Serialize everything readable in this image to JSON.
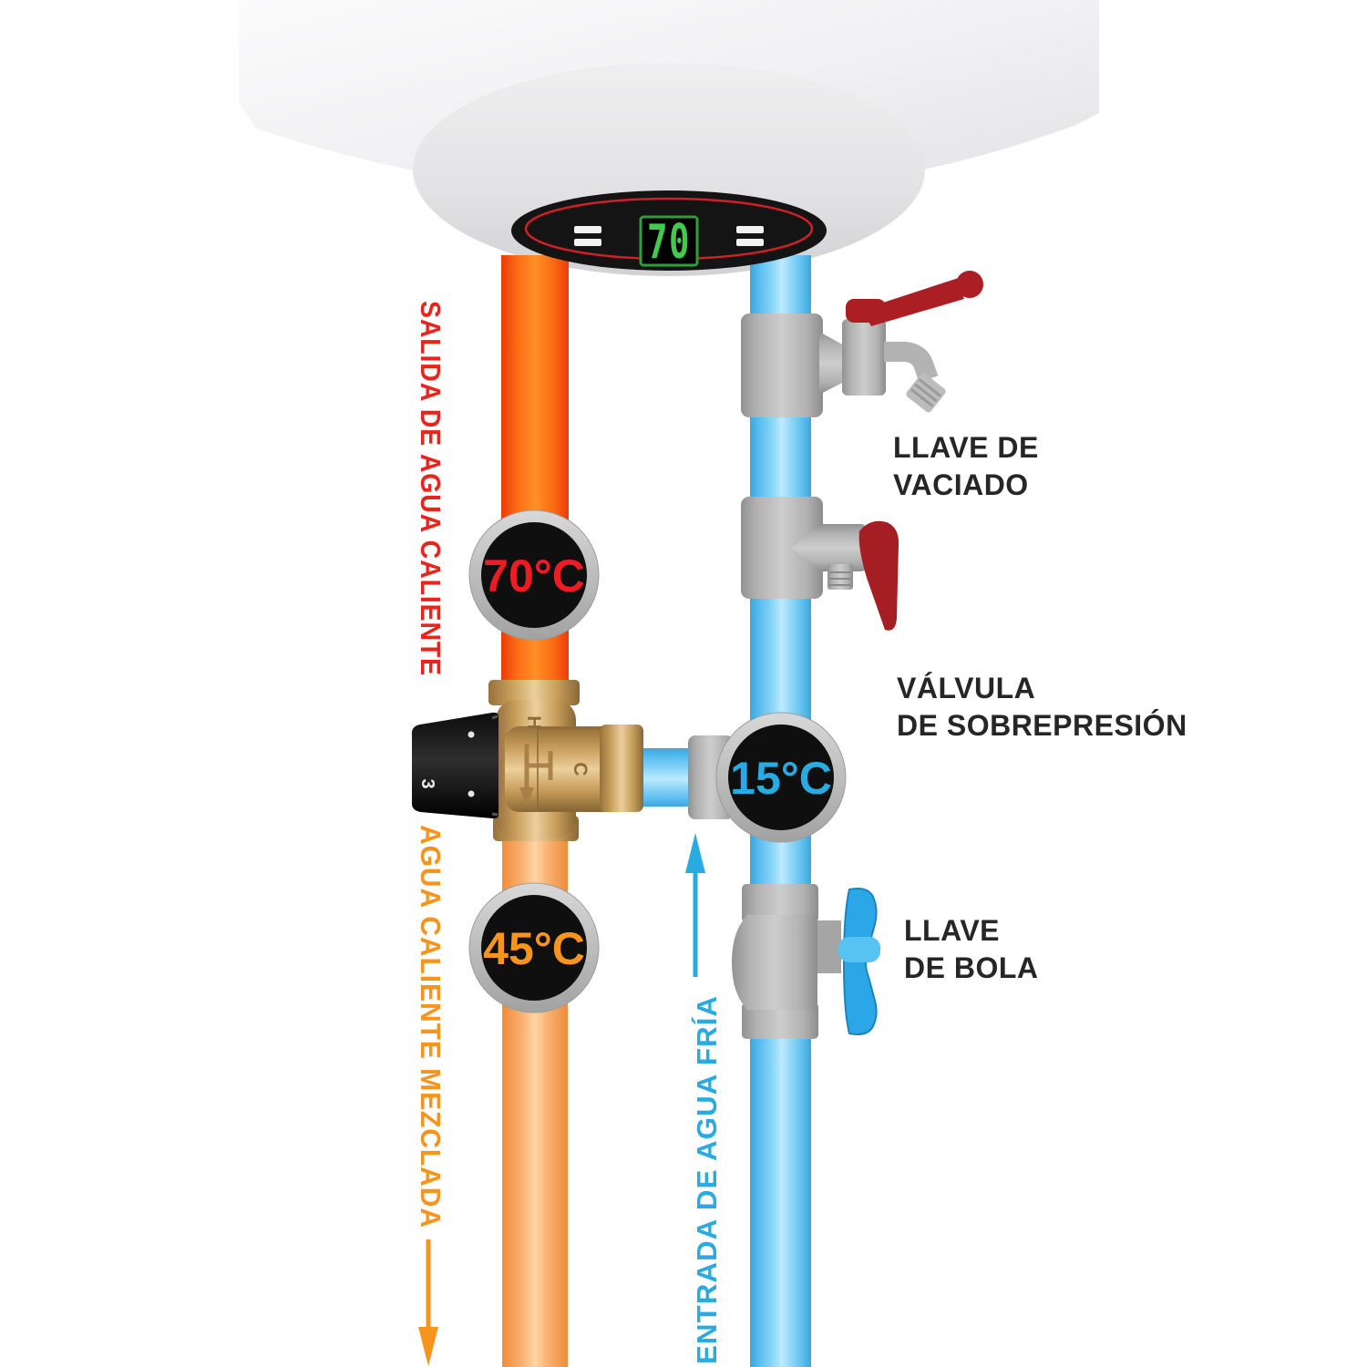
{
  "display": {
    "temperature_value": "70"
  },
  "temperature_badges": {
    "hot_outlet": "70°C",
    "cold_inlet": "15°C",
    "mixed_outlet": "45°C"
  },
  "flow_labels": {
    "hot_outlet": "SALIDA DE AGUA CALIENTE",
    "mixed_outlet": "AGUA CALIENTE MEZCLADA",
    "cold_inlet": "ENTRADA DE AGUA FRÍA"
  },
  "component_labels": {
    "drain_valve": {
      "line1": "LLAVE DE",
      "line2": "VACIADO"
    },
    "relief_valve": {
      "line1": "VÁLVULA",
      "line2": "DE SOBREPRESIÓN"
    },
    "ball_valve": {
      "line1": "LLAVE",
      "line2": "DE BOLA"
    }
  },
  "mixing_valve_markings": {
    "hot_port": "H",
    "cold_port": "C",
    "knob_setting": "3"
  },
  "colors": {
    "hot_text": "#e8251c",
    "mixed_text": "#f7941e",
    "cold_text": "#29abe2",
    "label_text": "#262626",
    "display_digits": "#44c94e",
    "lever_red": "#ab1f24",
    "handle_blue": "#2ba7e8"
  }
}
